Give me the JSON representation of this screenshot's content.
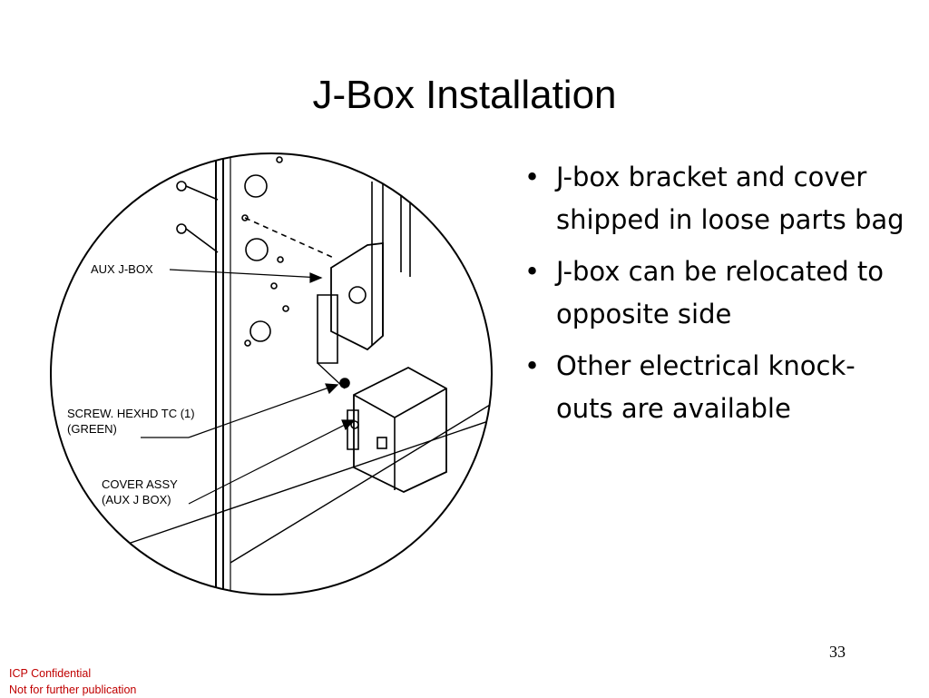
{
  "slide": {
    "title": "J-Box Installation",
    "bullet_glyph": "•",
    "bullets": [
      "J-box bracket and cover shipped in loose parts bag",
      "J-box can be relocated to opposite side",
      "Other electrical knock-outs are available"
    ],
    "page_number": "33"
  },
  "diagram": {
    "labels": {
      "aux_jbox": "AUX J-BOX",
      "screw_line1": "SCREW. HEXHD TC (1)",
      "screw_line2": "(GREEN)",
      "cover_line1": "COVER ASSY",
      "cover_line2": "(AUX J BOX)"
    }
  },
  "footer": {
    "line1": "ICP Confidential",
    "line2": "Not for further publication"
  }
}
